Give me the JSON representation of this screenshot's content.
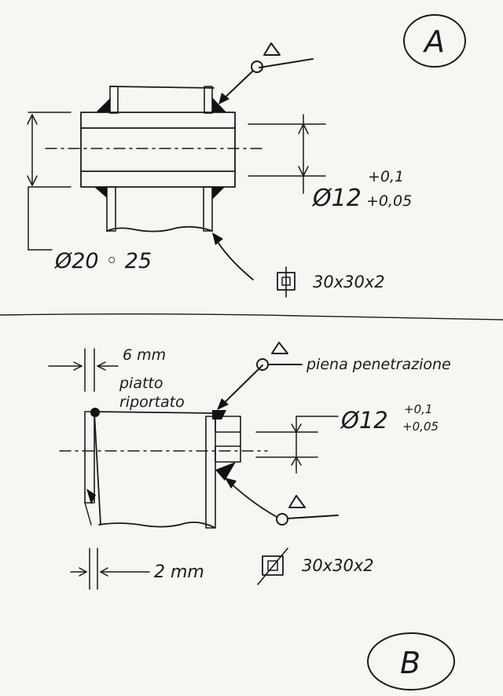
{
  "colors": {
    "paper": "#f6f6f3",
    "ink": "#1a1a1a",
    "fill": "#111111"
  },
  "panel_a": {
    "label": "A",
    "weld_symbol": "weld-triangle-symbol",
    "outer_diameter": "Ø20 ◦ 25",
    "bore_diameter": "Ø12",
    "tol_upper": "+0,1",
    "tol_lower": "+0,05",
    "section_profile": "30x30x2"
  },
  "panel_b": {
    "label": "B",
    "plate_width": "6 mm",
    "plate_note_line1": "piatto",
    "plate_note_line2": "riportato",
    "weld_note": "piena penetrazione",
    "bore_diameter": "Ø12",
    "tol_upper": "+0,1",
    "tol_lower": "+0,05",
    "gap_dimension": "2 mm",
    "section_profile": "30x30x2"
  }
}
